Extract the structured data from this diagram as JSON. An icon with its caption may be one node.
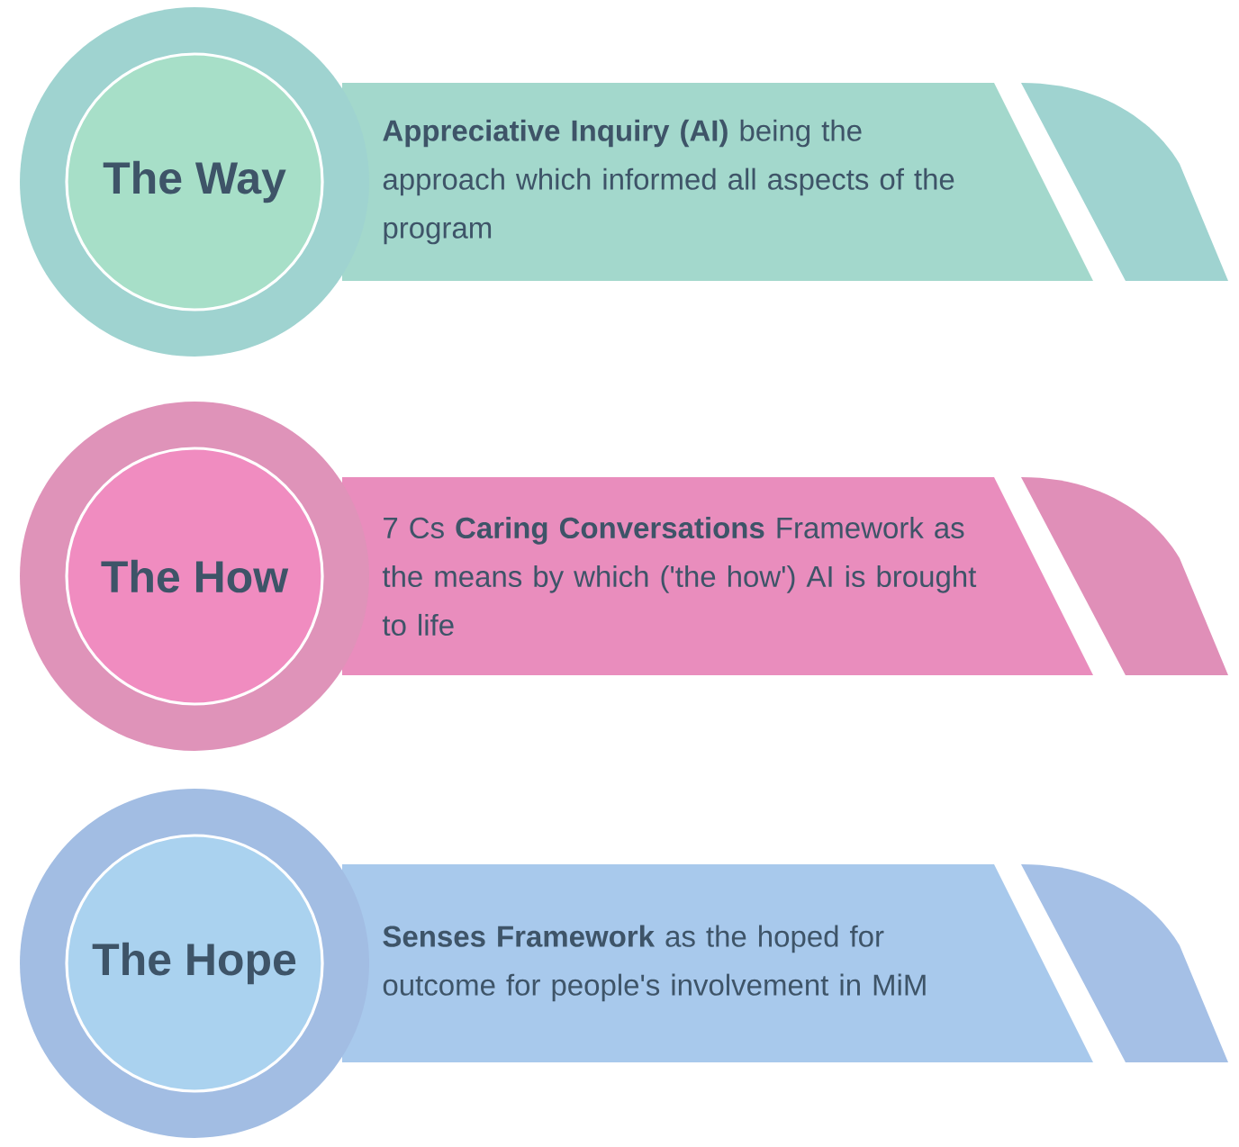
{
  "diagram": {
    "nodes": [
      {
        "text": [
          "The Way"
        ]
      },
      {
        "text": [
          "**Appreciative Inquiry (AI)** being the approach which informed all aspects of the program"
        ]
      },
      {
        "text": [
          "The How"
        ]
      },
      {
        "text": [
          "7 Cs **Caring Conversations** Framework as the means by which ('the how') AI is brought to life"
        ]
      },
      {
        "text": [
          "The Hope"
        ]
      },
      {
        "text": [
          "**Senses Framework** as the hoped for outcome for people's involvement in MiM"
        ]
      }
    ]
  }
}
